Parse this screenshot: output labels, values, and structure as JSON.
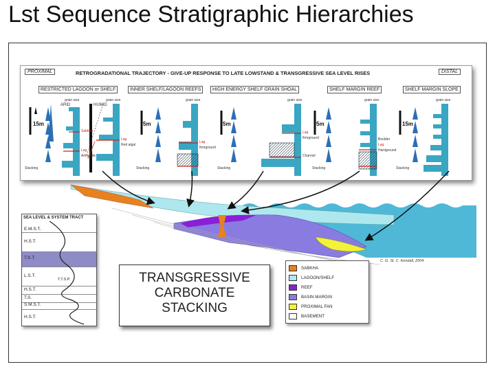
{
  "title": "Lst Sequence Stratigraphic Hierarchies",
  "top_panel": {
    "proximal": "PROXIMAL",
    "distal": "DISTAL",
    "banner": "RETROGRADATIONAL TRAJECTORY - GIVE-UP RESPONSE TO LATE LOWSTAND & TRANSGRESSIVE SEA LEVEL RISES",
    "columns": [
      {
        "header": "RESTRICTED LAGOON or SHELF",
        "grain": "grain size",
        "scale": "15m",
        "stacking": "Stacking",
        "climate_left": "ARID",
        "climate_right": "HUMID",
        "notes": [
          "Sabkha",
          "Anhydrite",
          "Lag",
          "Red algal",
          "Lag"
        ]
      },
      {
        "header": "INNER SHELF/LAGOON REEFS",
        "grain": "grain size",
        "scale": "5m",
        "stacking": "Stacking",
        "notes": [
          "Lag",
          "firmground"
        ]
      },
      {
        "header": "HIGH ENERGY SHELF GRAIN SHOAL",
        "grain": "grain size",
        "scale": "5m",
        "stacking": "Stacking",
        "notes": [
          "Lag",
          "firmground",
          "Channel"
        ]
      },
      {
        "header": "SHELF MARGIN REEF",
        "grain": "grain size",
        "scale": "5m",
        "stacking": "Stacking",
        "notes": [
          "Boulder",
          "Lag",
          "Hardground"
        ]
      },
      {
        "header": "SHELF MARGIN SLOPE",
        "grain": "grain size",
        "scale": "15m",
        "stacking": "Stacking",
        "notes": []
      }
    ]
  },
  "sea_level": {
    "title": "SEA LEVEL & SYSTEM TRACT",
    "tracts": [
      "E.M.S.T.",
      "H.S.T.",
      "T.S.T.",
      "L.S.T.",
      "H.S.T.",
      "T.S.",
      "S.M.S.T.",
      "H.S.T."
    ],
    "ttsp": "T.T.S.P."
  },
  "main_title": [
    "TRANSGRESSIVE",
    "CARBONATE",
    "STACKING"
  ],
  "legend": [
    {
      "label": "SABKHA",
      "color": "#e8821e"
    },
    {
      "label": "LAGOON/SHELF",
      "color": "#aee8ee"
    },
    {
      "label": "REEF",
      "color": "#8a1fd6"
    },
    {
      "label": "BASIN MARGIN",
      "color": "#8a7be0"
    },
    {
      "label": "PROXIMAL FAN",
      "color": "#f2f23a"
    },
    {
      "label": "BASEMENT",
      "color": "#ffffff"
    }
  ],
  "credit": "C. G. St. C. Kendall, 2004",
  "colors": {
    "sea": "#4fb8d6",
    "column_fill": "#3aa6c2",
    "triangle": "#2c6fb5"
  }
}
